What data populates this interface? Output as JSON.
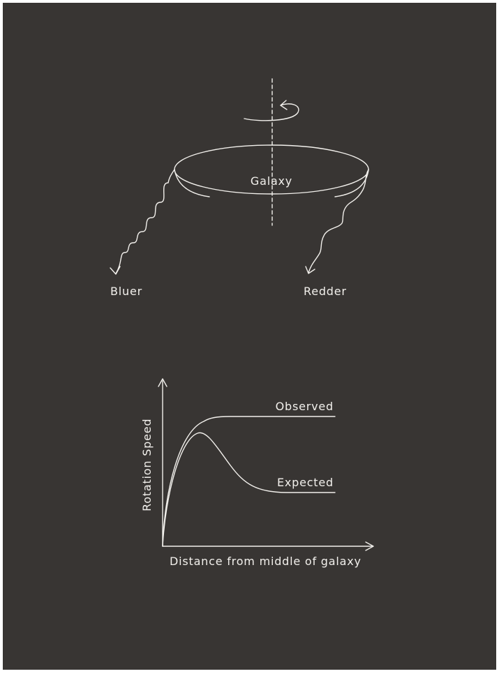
{
  "colors": {
    "background": "#383533",
    "ink": "#f2f0ec",
    "border": "#ffffff"
  },
  "galaxy_diagram": {
    "galaxy_label": "Galaxy",
    "left_label": "Bluer",
    "right_label": "Redder"
  },
  "rotation_curve": {
    "y_axis_label": "Rotation Speed",
    "x_axis_label": "Distance from middle of galaxy",
    "observed_label": "Observed",
    "expected_label": "Expected"
  }
}
